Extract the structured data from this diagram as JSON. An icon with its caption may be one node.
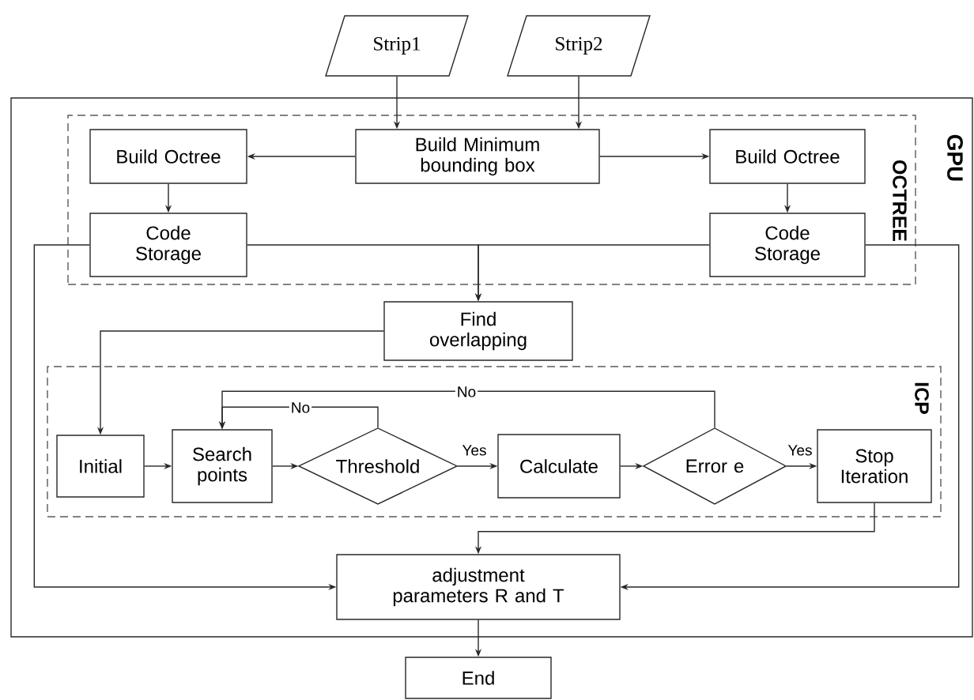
{
  "diagram": {
    "nodes": [
      {
        "text": [
          "GPU"
        ]
      },
      {
        "text": [
          "OCTREE"
        ],
        "in": 0
      },
      {
        "text": [
          "Strip1"
        ]
      },
      {
        "text": [
          "Strip2"
        ]
      },
      {
        "text": [
          "Build Minimum bounding box"
        ],
        "in": 1
      },
      {
        "text": [
          "Build Octree"
        ],
        "in": 1
      },
      {
        "text": [
          "Build Octree"
        ],
        "in": 1
      },
      {
        "text": [
          "Code Storage"
        ],
        "in": 1
      },
      {
        "text": [
          "Code Storage"
        ],
        "in": 1
      },
      {
        "text": [
          "Find overlapping"
        ],
        "in": 0
      },
      {
        "text": [
          "ICP"
        ],
        "in": 0
      },
      {
        "text": [
          "Initial"
        ],
        "in": 10
      },
      {
        "text": [
          "Search points"
        ],
        "in": 10
      },
      {
        "text": [
          "Threshold"
        ],
        "in": 10
      },
      {
        "text": [
          "Calculate"
        ],
        "in": 10
      },
      {
        "text": [
          "Error e"
        ],
        "in": 10
      },
      {
        "text": [
          "Stop Iteration"
        ],
        "in": 10
      },
      {
        "text": [
          "adjustment parameters R and T"
        ],
        "in": 0
      },
      {
        "text": [
          "End"
        ]
      }
    ],
    "edges": [
      {
        "from": 2,
        "to": 4,
        "arrow": "to"
      },
      {
        "from": 3,
        "to": 4,
        "arrow": "to"
      },
      {
        "from": 4,
        "to": 5,
        "arrow": "to"
      },
      {
        "from": 4,
        "to": 6,
        "arrow": "to"
      },
      {
        "from": 5,
        "to": 7,
        "arrow": "to"
      },
      {
        "from": 6,
        "to": 8,
        "arrow": "to"
      },
      {
        "from": 7,
        "to": 9,
        "arrow": "to"
      },
      {
        "from": 8,
        "to": 9,
        "arrow": "to"
      },
      {
        "from": 7,
        "to": 17,
        "arrow": "to"
      },
      {
        "from": 8,
        "to": 17,
        "arrow": "to"
      },
      {
        "from": 9,
        "to": 11,
        "arrow": "to"
      },
      {
        "from": 11,
        "to": 12,
        "arrow": "to"
      },
      {
        "from": 12,
        "to": 13,
        "arrow": "to"
      },
      {
        "from": 13,
        "to": 14,
        "arrow": "to",
        "label": "Yes"
      },
      {
        "from": 13,
        "to": 12,
        "arrow": "to",
        "label": "No"
      },
      {
        "from": 14,
        "to": 15,
        "arrow": "to"
      },
      {
        "from": 15,
        "to": 16,
        "arrow": "to",
        "label": "Yes"
      },
      {
        "from": 15,
        "to": 12,
        "arrow": "to",
        "label": "No"
      },
      {
        "from": 16,
        "to": 17,
        "arrow": "to"
      },
      {
        "from": 17,
        "to": 18,
        "arrow": "to"
      }
    ]
  }
}
